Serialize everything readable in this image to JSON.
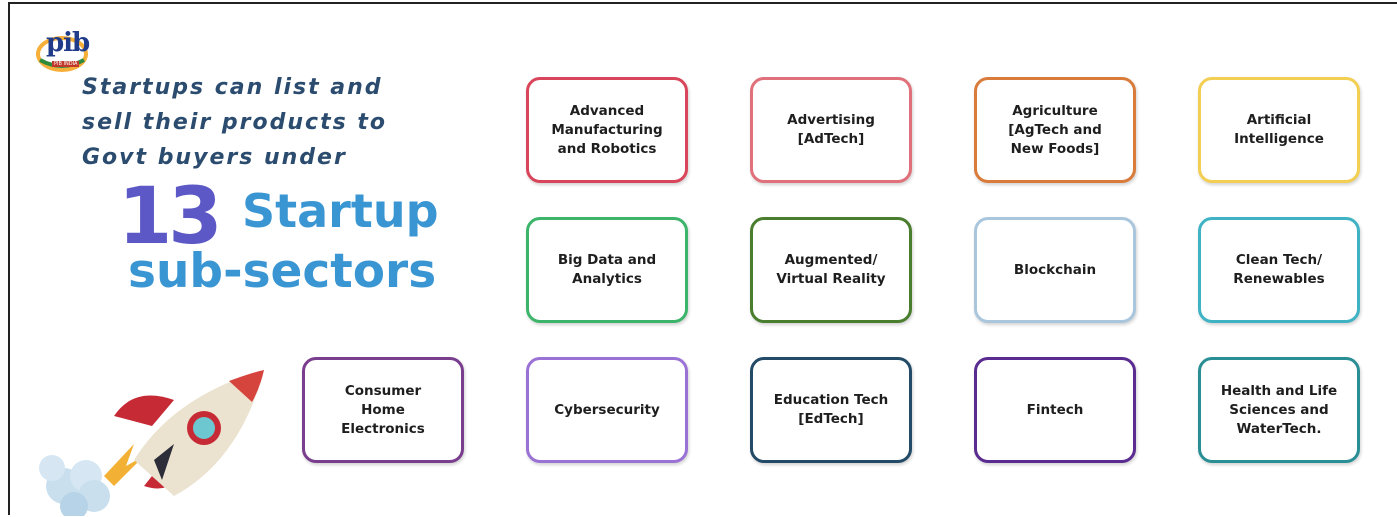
{
  "logo": {
    "text": "pib",
    "sub": "PIB INDIA",
    "icon": "pib-logo-icon"
  },
  "intro": {
    "line1": "Startups can list and",
    "line2": "sell their products to",
    "line3": "Govt buyers under"
  },
  "headline": {
    "number": "13",
    "word1": "Startup",
    "word2": "sub-sectors"
  },
  "sectors": [
    {
      "label": "Advanced\nManufacturing\nand Robotics",
      "color": "#d9455a"
    },
    {
      "label": "Advertising\n[AdTech]",
      "color": "#e0707a"
    },
    {
      "label": "Agriculture\n[AgTech and\nNew Foods]",
      "color": "#d97b3a"
    },
    {
      "label": "Artificial\nIntelligence",
      "color": "#f2cf52"
    },
    {
      "label": "Big Data and\nAnalytics",
      "color": "#3cb56b"
    },
    {
      "label": "Augmented/\nVirtual Reality",
      "color": "#4a7d2e"
    },
    {
      "label": "Blockchain",
      "color": "#a9c6dd"
    },
    {
      "label": "Clean Tech/\nRenewables",
      "color": "#3fb3c4"
    },
    {
      "label": "Consumer\nHome\nElectronics",
      "color": "#7a3e8e"
    },
    {
      "label": "Cybersecurity",
      "color": "#9a72d6"
    },
    {
      "label": "Education Tech\n[EdTech]",
      "color": "#234a66"
    },
    {
      "label": "Fintech",
      "color": "#5a2c91"
    },
    {
      "label": "Health and Life\nSciences and\nWaterTech.",
      "color": "#2a8f94"
    }
  ],
  "rocket": {
    "icon": "rocket-icon"
  }
}
